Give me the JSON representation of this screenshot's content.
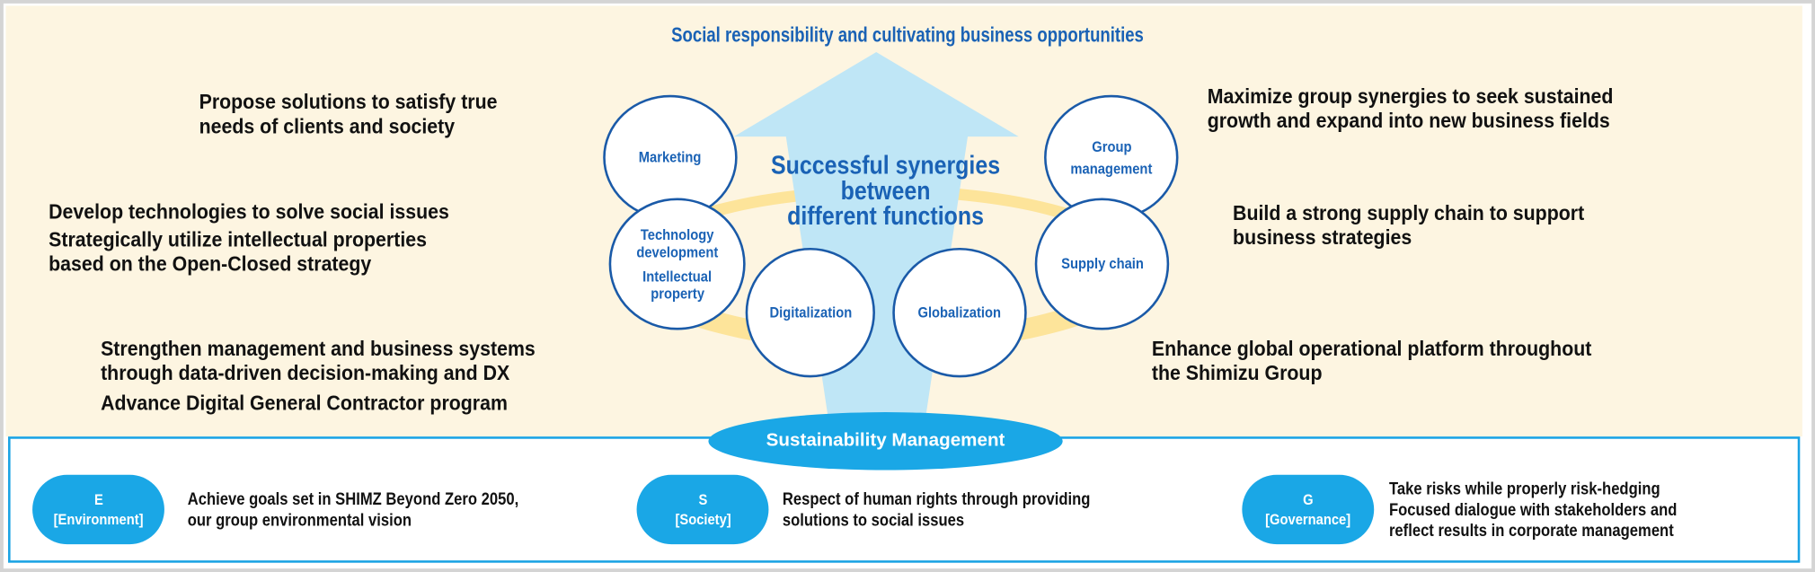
{
  "title": "Social responsibility and cultivating business opportunities",
  "center_text": [
    "Successful synergies",
    "between",
    "different functions"
  ],
  "functions": {
    "marketing": [
      "Marketing"
    ],
    "group_management": [
      "Group",
      "management"
    ],
    "technology": [
      "Technology",
      "development",
      "Intellectual",
      "property"
    ],
    "supply_chain": [
      "Supply chain"
    ],
    "digitalization": [
      "Digitalization"
    ],
    "globalization": [
      "Globalization"
    ]
  },
  "left_texts": {
    "clients": [
      "Propose solutions to satisfy true",
      "needs of clients and society"
    ],
    "technology": [
      "Develop technologies to solve social issues",
      "Strategically utilize intellectual properties",
      "based on the Open-Closed strategy"
    ],
    "dx": [
      "Strengthen management and business systems",
      "through data-driven decision-making and DX",
      "Advance Digital General Contractor program"
    ]
  },
  "right_texts": {
    "group": [
      "Maximize group synergies to seek sustained",
      "growth and expand into new business fields"
    ],
    "supply": [
      "Build a strong supply chain to support",
      "business strategies"
    ],
    "global": [
      "Enhance global operational platform throughout",
      "the Shimizu Group"
    ]
  },
  "sustainability_label": "Sustainability Management",
  "esg": [
    {
      "letter": "E",
      "name": "[Environment]",
      "lines": [
        "Achieve goals set in SHIMZ Beyond Zero 2050,",
        "our group environmental vision"
      ]
    },
    {
      "letter": "S",
      "name": "[Society]",
      "lines": [
        "Respect of human rights through providing",
        "solutions to social issues"
      ]
    },
    {
      "letter": "G",
      "name": "[Governance]",
      "lines": [
        "Take risks while properly risk-hedging",
        "Focused dialogue with stakeholders and",
        "reflect results in corporate management"
      ]
    }
  ],
  "colors": {
    "blue_text": "#1a62b5",
    "cyan": "#1aa7e6",
    "cream": "#fdf5e1",
    "arrow": "#bfe6f6",
    "ring": "#fde49a"
  }
}
